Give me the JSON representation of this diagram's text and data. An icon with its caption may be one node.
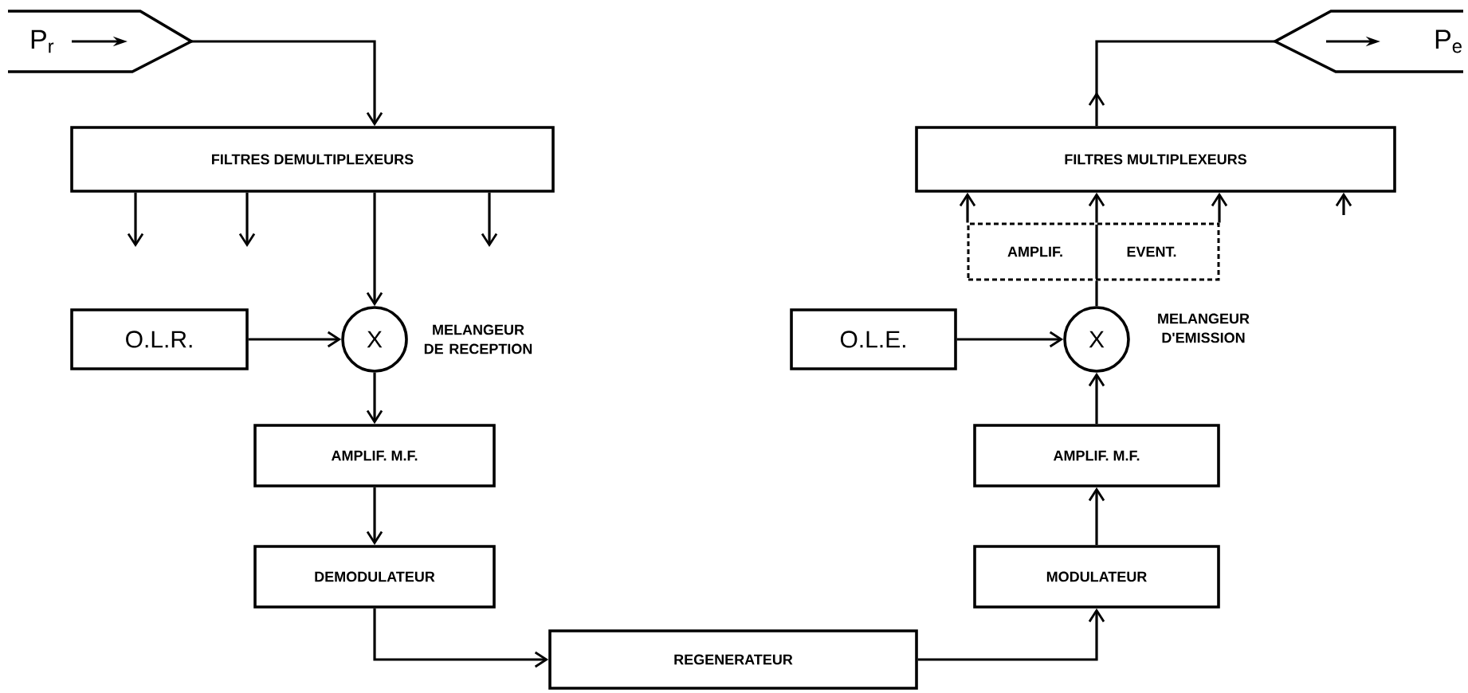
{
  "diagram": {
    "nodes": [
      {
        "text": [
          "P$_{r}$"
        ]
      },
      {
        "text": [
          "FILTRES DEMULTIPLEXEURS"
        ]
      },
      {
        "text": [
          "X"
        ],
        "beside": [
          "MELANGEUR DE RECEPTION"
        ]
      },
      {
        "text": [
          "O.L.R."
        ]
      },
      {
        "text": [
          "AMPLIF. M.F."
        ]
      },
      {
        "text": [
          "DEMODULATEUR"
        ]
      },
      {
        "text": [
          "REGENERATEUR"
        ]
      },
      {
        "text": [
          "MODULATEUR"
        ]
      },
      {
        "text": [
          "AMPLIF. M.F."
        ]
      },
      {
        "text": [
          "O.L.E."
        ]
      },
      {
        "text": [
          "X"
        ],
        "beside": [
          "MELANGEUR D'EMISSION"
        ]
      },
      {
        "text": [
          "AMPLIF.",
          "EVENT."
        ]
      },
      {
        "text": [
          "FILTRES MULTIPLEXEURS"
        ]
      },
      {
        "text": [
          "P$_{e}$"
        ]
      }
    ],
    "edges": [
      {
        "from": 0,
        "to": 1,
        "arrow": "to"
      },
      {
        "from": 1,
        "to": null,
        "arrow": "to"
      },
      {
        "from": 1,
        "to": null,
        "arrow": "to"
      },
      {
        "from": 1,
        "to": null,
        "arrow": "to"
      },
      {
        "from": 1,
        "to": 2,
        "arrow": "to"
      },
      {
        "from": 3,
        "to": 2,
        "arrow": "to"
      },
      {
        "from": 2,
        "to": 4,
        "arrow": "to"
      },
      {
        "from": 4,
        "to": 5,
        "arrow": "to"
      },
      {
        "from": 5,
        "to": 6,
        "arrow": "to"
      },
      {
        "from": 6,
        "to": 7,
        "arrow": "to"
      },
      {
        "from": 7,
        "to": 8,
        "arrow": "to"
      },
      {
        "from": 8,
        "to": 10,
        "arrow": "to"
      },
      {
        "from": 9,
        "to": 10,
        "arrow": "to"
      },
      {
        "from": 10,
        "to": 11,
        "arrow": "none"
      },
      {
        "from": 11,
        "to": 12,
        "arrow": "to"
      },
      {
        "from": 11,
        "to": 12,
        "arrow": "to"
      },
      {
        "from": 11,
        "to": 12,
        "arrow": "to"
      },
      {
        "from": null,
        "to": 12,
        "arrow": "to"
      },
      {
        "from": 12,
        "to": 13,
        "arrow": "to"
      }
    ]
  }
}
